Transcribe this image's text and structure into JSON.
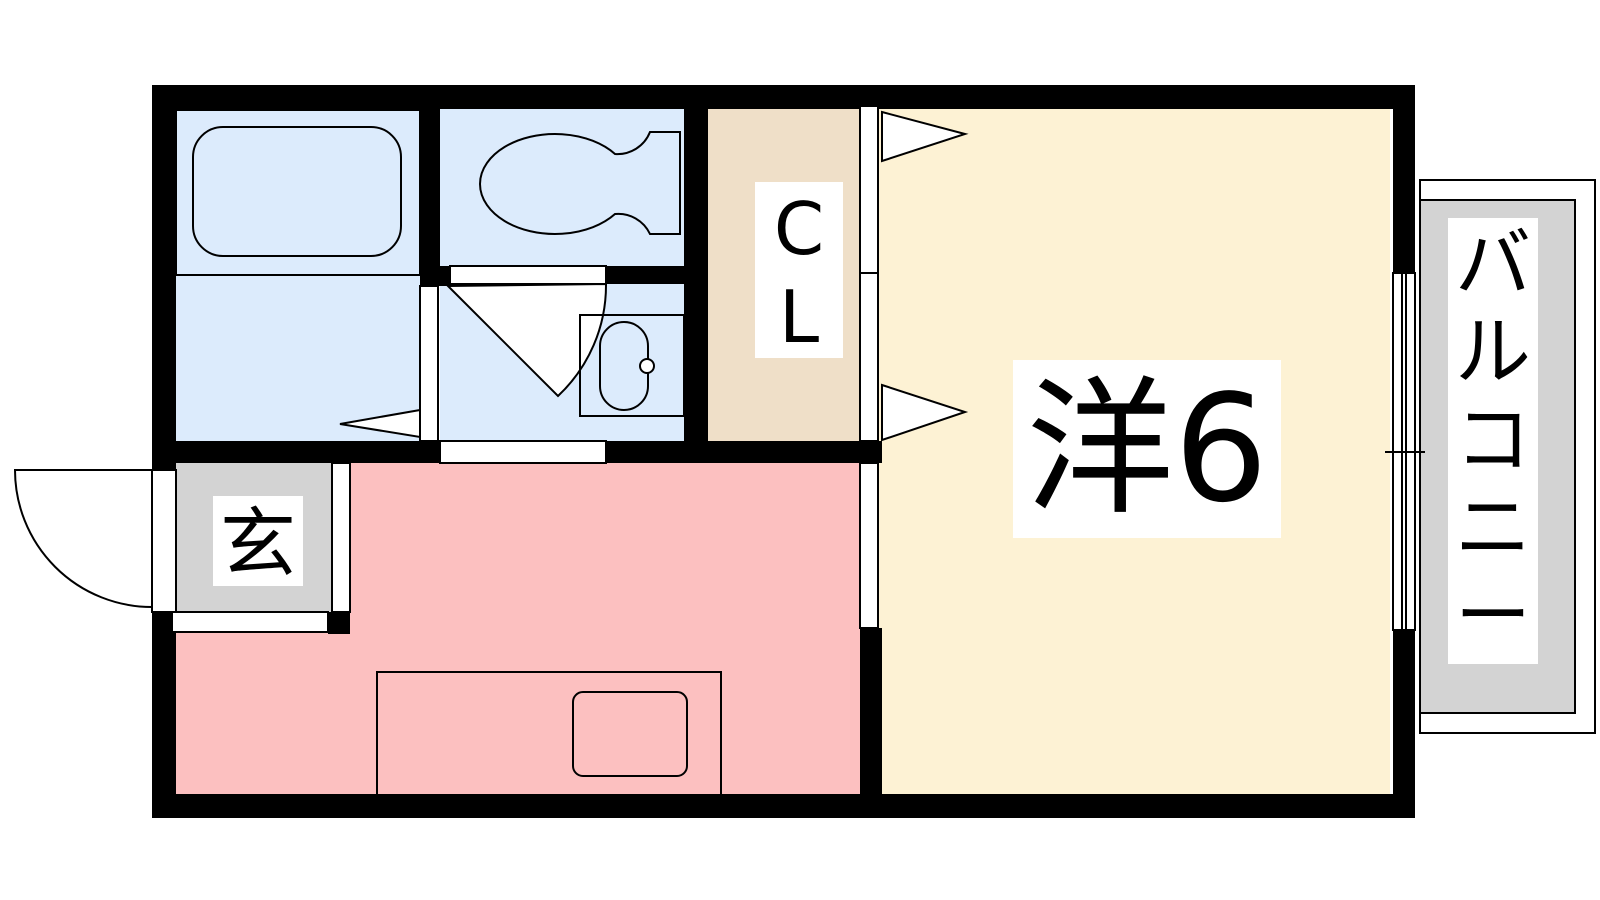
{
  "labels": {
    "room": "洋6",
    "closet_line1": "C",
    "closet_line2": "L",
    "entrance": "玄",
    "balcony": [
      "バ",
      "ル",
      "コ",
      "ニ",
      "ー"
    ]
  },
  "colors": {
    "room": "#fdf2d4",
    "bath": "#dcebfc",
    "closet": "#efdfc8",
    "kitchen": "#fcc0c0",
    "entrance": "#d3d3d3",
    "balcony": "#d3d3d3",
    "wall": "#000000"
  }
}
